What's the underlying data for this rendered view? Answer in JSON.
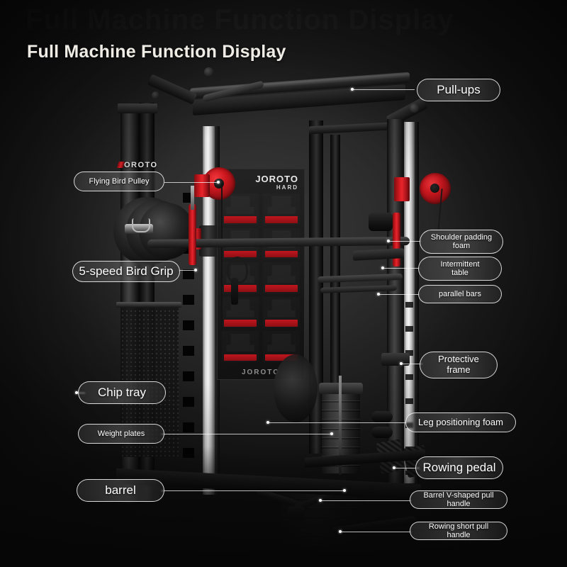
{
  "page": {
    "title": "Full Machine Function Display",
    "watermark": "Full Machine Function Display",
    "background_color": "#1a1a1a",
    "accent_color": "#c4161c",
    "text_color": "#efece6"
  },
  "product": {
    "brand": "JOROTO",
    "brand_sub": "HARD",
    "poster_footer": "JOROTO"
  },
  "callouts": [
    {
      "id": "pull-ups",
      "label": "Pull-ups",
      "side": "right",
      "size": "lg"
    },
    {
      "id": "shoulder-padding-foam",
      "label": "Shoulder padding\nfoam",
      "side": "right",
      "size": "sm"
    },
    {
      "id": "intermittent-table",
      "label": "Intermittent\ntable",
      "side": "right",
      "size": "sm"
    },
    {
      "id": "parallel-bars",
      "label": "parallel bars",
      "side": "right",
      "size": "sm"
    },
    {
      "id": "protective-frame",
      "label": "Protective\nframe",
      "side": "right",
      "size": "md"
    },
    {
      "id": "leg-positioning-foam",
      "label": "Leg positioning foam",
      "side": "right",
      "size": "md"
    },
    {
      "id": "rowing-pedal",
      "label": "Rowing pedal",
      "side": "right",
      "size": "lg"
    },
    {
      "id": "barrel-v-shaped-pull-handle",
      "label": "Barrel V-shaped pull handle",
      "side": "right",
      "size": "sm"
    },
    {
      "id": "rowing-short-pull-handle",
      "label": "Rowing short pull handle",
      "side": "right",
      "size": "sm"
    },
    {
      "id": "flying-bird-pulley",
      "label": "Flying Bird Pulley",
      "side": "left",
      "size": "sm"
    },
    {
      "id": "five-speed-bird-grip",
      "label": "5-speed Bird Grip",
      "side": "left",
      "size": "lg"
    },
    {
      "id": "chip-tray",
      "label": "Chip tray",
      "side": "left",
      "size": "lg"
    },
    {
      "id": "weight-plates",
      "label": "Weight plates",
      "side": "left",
      "size": "sm"
    },
    {
      "id": "barrel",
      "label": "barrel",
      "side": "left",
      "size": "lg"
    }
  ]
}
